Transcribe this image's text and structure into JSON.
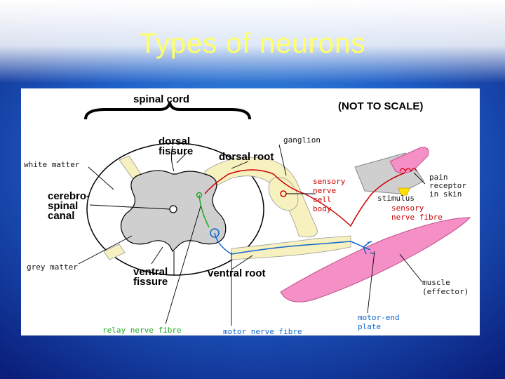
{
  "slide": {
    "title": "Types of neurons"
  },
  "diagram": {
    "heading": "spinal cord",
    "scale_note": "(NOT TO SCALE)",
    "labels": {
      "ganglion": "ganglion",
      "dorsal_fissure": [
        "dorsal",
        "fissure"
      ],
      "dorsal_root": "dorsal root",
      "white_matter": "white matter",
      "cerebrospinal_canal": [
        "cerebro-",
        "spinal",
        "canal"
      ],
      "grey_matter": "grey matter",
      "ventral_fissure": [
        "ventral",
        "fissure"
      ],
      "ventral_root": "ventral root",
      "sensory_cell_body": [
        "sensory",
        "nerve",
        "cell",
        "body"
      ],
      "stimulus": "stimulus",
      "pain_receptor": [
        "pain",
        "receptor",
        "in skin"
      ],
      "sensory_fibre": [
        "sensory",
        "nerve fibre"
      ],
      "muscle": [
        "muscle",
        "(effector)"
      ],
      "motor_end_plate": [
        "motor-end",
        "plate"
      ],
      "relay_fibre": "relay nerve fibre",
      "motor_fibre": "motor nerve fibre"
    }
  },
  "colors": {
    "title": "#ffff66",
    "sensory": "#cc0000",
    "relay": "#22aa22",
    "motor": "#1166cc",
    "grey_matter": "#cfcfcf",
    "roots": "#f7f0bf",
    "muscle": "#f590c6"
  }
}
